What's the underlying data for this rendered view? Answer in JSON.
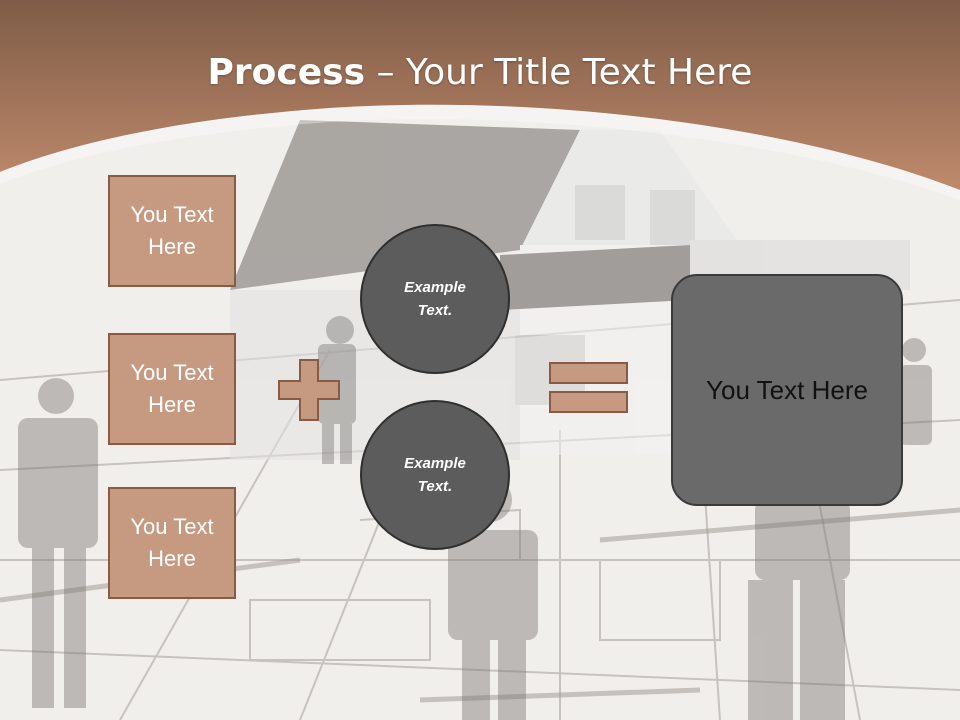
{
  "header": {
    "title_bold": "Process",
    "title_rest": " – Your Title Text Here"
  },
  "left_boxes": [
    {
      "label": "You Text Here"
    },
    {
      "label": "You Text Here"
    },
    {
      "label": "You Text Here"
    }
  ],
  "circles": [
    {
      "label": "Example Text."
    },
    {
      "label": "Example Text."
    }
  ],
  "result": {
    "label": "You Text Here"
  },
  "colors": {
    "header_brown": "#a77a62",
    "box_fill": "#c69a80",
    "box_border": "#8a5a44",
    "circle_fill": "#5c5c5c",
    "result_fill": "#6a6a6a"
  },
  "icons": [
    "plus-icon",
    "equals-icon"
  ]
}
